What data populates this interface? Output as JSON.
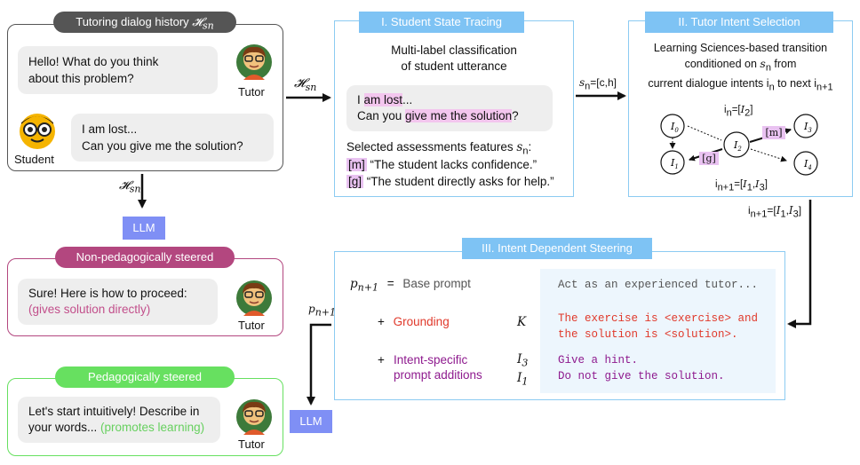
{
  "history": {
    "title": "Tutoring dialog history",
    "title_math": "𝓗",
    "title_sub": "sn",
    "tutor_msg_1": "Hello! What do you think",
    "tutor_msg_2": "about this problem?",
    "tutor_label": "Tutor",
    "student_msg_1": "I am lost...",
    "student_msg_2": "Can you give me the solution?",
    "student_label": "Student"
  },
  "arrow_labels": {
    "h_sn_math": "𝓗",
    "h_sn_sub": "sn",
    "s_n": "s",
    "s_n_sub": "n",
    "s_n_val": "=[c,h]",
    "i_next": "i",
    "i_next_sub": "n+1",
    "i_next_val": "=[I",
    "p_next": "p",
    "p_next_sub": "n+1"
  },
  "llm_label": "LLM",
  "tracing": {
    "title": "I. Student State Tracing",
    "desc_1": "Multi-label classification",
    "desc_2": "of student utterance",
    "utt_1_hl": "am lost",
    "utt_1_pre": "I ",
    "utt_1_post": "...",
    "utt_2_pre": "Can you ",
    "utt_2_hl": "give me the solution",
    "utt_2_post": "?",
    "features_label": "Selected assessments features",
    "features_math": "s",
    "features_sub": "n",
    "feature_1_tag": "[m]",
    "feature_1_text": "“The student lacks confidence.”",
    "feature_2_tag": "[g]",
    "feature_2_text": "“The student directly asks for help.”"
  },
  "intent": {
    "title": "II. Tutor Intent Selection",
    "desc_1": "Learning Sciences-based transition",
    "desc_2": "conditioned on",
    "desc_2_math": "s",
    "desc_2_sub": "n",
    "desc_2_post": "from",
    "desc_3": "current dialogue intents",
    "desc_3_i": "i",
    "desc_3_sub": "n",
    "desc_3_post": "to next",
    "desc_3_i2": "i",
    "desc_3_sub2": "n+1",
    "graph": {
      "nodes": [
        "I0",
        "I1",
        "I2",
        "I3",
        "I4"
      ],
      "edge_labels": [
        "[m]",
        "[g]"
      ],
      "top_label": "in=[I2]",
      "bottom_label": "in+1=[I1,I3]"
    }
  },
  "steering": {
    "title": "III. Intent Dependent Steering",
    "p_label": "p",
    "p_sub": "n+1",
    "eq": "=",
    "base_prompt": "Base prompt",
    "plus": "+",
    "grounding": "Grounding",
    "grounding_var": "K",
    "intent_add_1": "Intent-specific",
    "intent_add_2": "prompt additions",
    "intent_var_1": "I",
    "intent_var_1_sub": "3",
    "intent_var_2": "I",
    "intent_var_2_sub": "1",
    "code_base": "Act as an experienced tutor...",
    "code_ground_1": "The exercise is <exercise> and",
    "code_ground_2": "the solution is <solution>.",
    "code_intent_1": "Give a hint.",
    "code_intent_2": "Do not give the solution."
  },
  "non_ped": {
    "title": "Non-pedagogically steered",
    "msg_1": "Sure! Here is how to proceed:",
    "msg_2": "(gives solution directly)",
    "tutor_label": "Tutor"
  },
  "ped": {
    "title": "Pedagogically steered",
    "msg_1": "Let's start intuitively! Describe in",
    "msg_2_pre": "your words... ",
    "msg_2_hl": "(promotes learning)",
    "tutor_label": "Tutor"
  },
  "colors": {
    "dark_gray": "#555555",
    "blue": "#7ec3f4",
    "blue_border": "#8ccbf2",
    "llm": "#7f8ff5",
    "magenta": "#b3477f",
    "green": "#67e060",
    "red": "#e0392b",
    "purple": "#8e1a8e",
    "code_bg": "#edf6fd"
  }
}
